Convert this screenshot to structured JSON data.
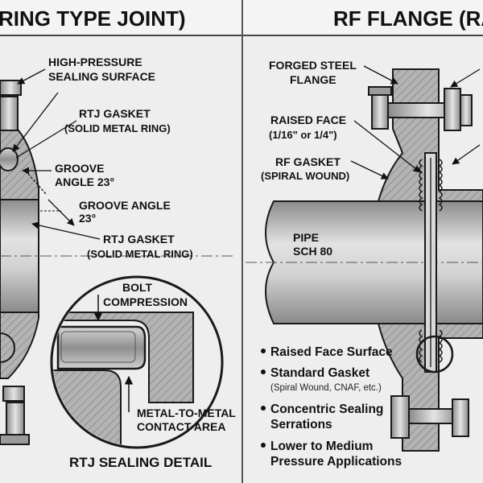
{
  "left_panel": {
    "title": "RING TYPE JOINT)",
    "labels": {
      "hp_line1": "HIGH-PRESSURE",
      "hp_line2": "SEALING SURFACE",
      "rtj1_line1": "RTJ GASKET",
      "rtj1_line2": "(SOLID METAL RING)",
      "groove1_line1": "GROOVE",
      "groove1_line2": "ANGLE 23°",
      "groove2_line1": "GROOVE ANGLE",
      "groove2_line2": "23°",
      "rtj2_line1": "RTJ GASKET",
      "rtj2_line2": "(SOLID METAL RING)"
    },
    "detail": {
      "bolt_line1": "BOLT",
      "bolt_line2": "COMPRESSION",
      "m2m_line1": "METAL-TO-METAL",
      "m2m_line2": "CONTACT AREA",
      "title": "RTJ SEALING DETAIL"
    }
  },
  "right_panel": {
    "title": "RF FLANGE (RA",
    "labels": {
      "forged_line1": "FORGED STEEL",
      "forged_line2": "FLANGE",
      "raised_line1": "RAISED FACE",
      "raised_line2": "(1/16\" or 1/4\")",
      "rfg_line1": "RF GASKET",
      "rfg_line2": "(SPIRAL WOUND)",
      "pipe_line1": "PIPE",
      "pipe_line2": "SCH 80"
    },
    "bullets": [
      {
        "text": "Raised Face Surface"
      },
      {
        "text": "Standard Gasket",
        "sub": "(Spiral Wound, CNAF, etc.)"
      },
      {
        "text": "Concentric Sealing",
        "text2": "Serrations"
      },
      {
        "text": "Lower to Medium",
        "text2": "Pressure Applications"
      }
    ]
  },
  "colors": {
    "background": "#eeeeee",
    "metal": "#a9a9a9",
    "metal_light": "#c9c9c9",
    "metal_dark": "#7a7a7a",
    "outline": "#1a1a1a"
  }
}
